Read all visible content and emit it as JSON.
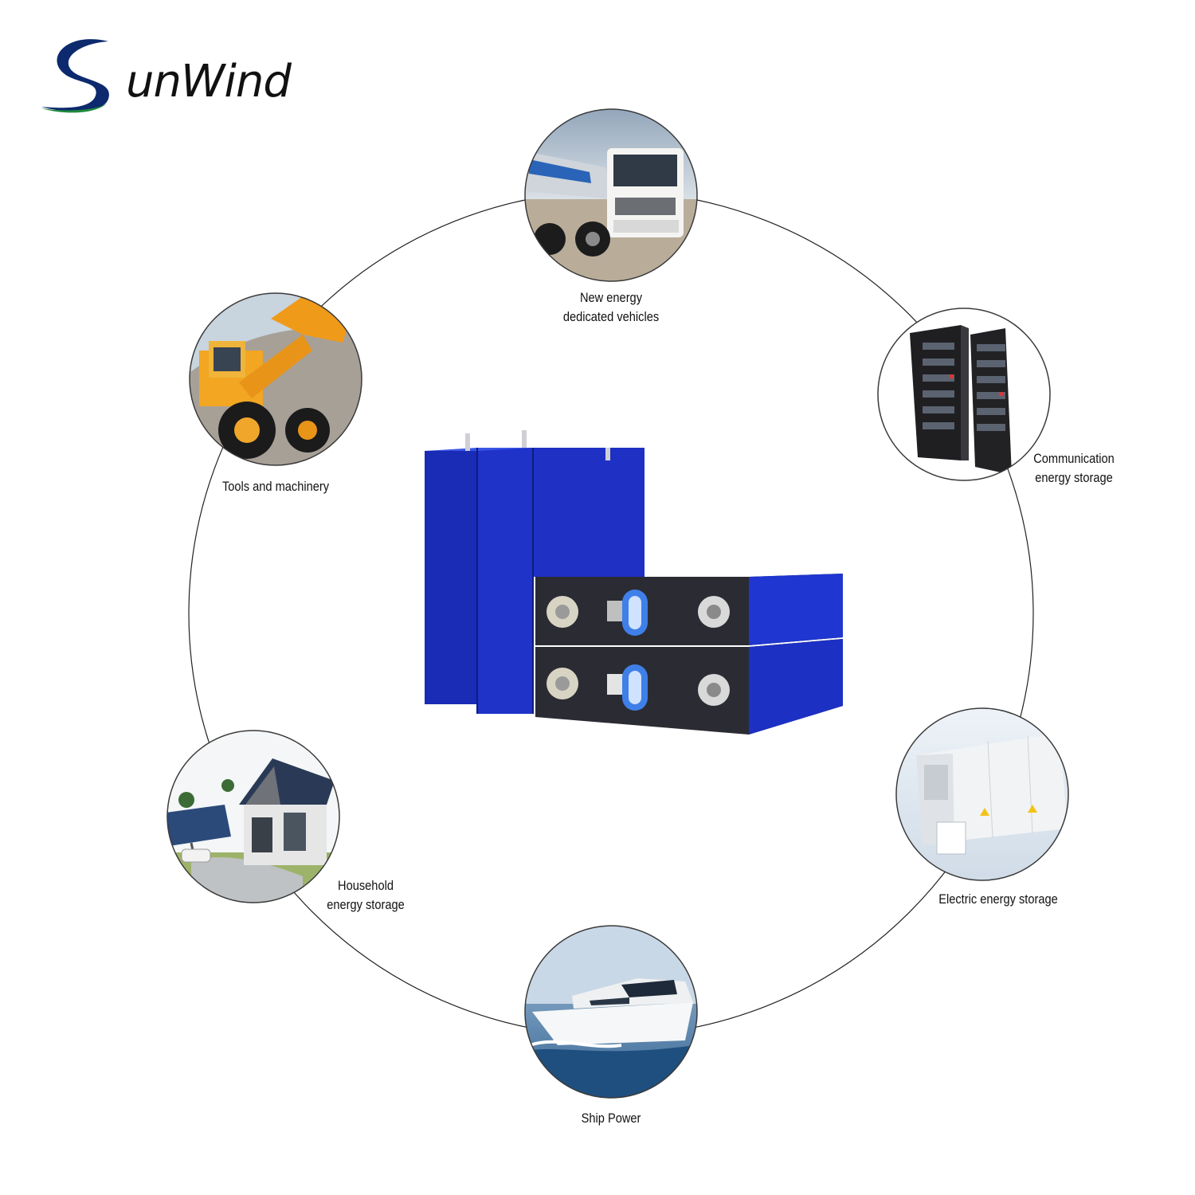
{
  "brand": {
    "name": "SunWind",
    "logo_text": "unWind",
    "colors": {
      "swoosh_top": "#0d2a6e",
      "swoosh_bottom": "#1f8a3c"
    }
  },
  "center": {
    "image": "blue-lifepo4-prismatic-battery-cells"
  },
  "applications": [
    {
      "id": "vehicles",
      "image": "white-truck",
      "lines": [
        "New energy",
        "dedicated vehicles"
      ]
    },
    {
      "id": "communication",
      "image": "black-server-racks",
      "lines": [
        "Communication",
        "energy storage"
      ]
    },
    {
      "id": "electric",
      "image": "container-energy-storage",
      "lines": [
        "Electric energy storage"
      ]
    },
    {
      "id": "ship",
      "image": "white-yacht",
      "lines": [
        "Ship Power"
      ]
    },
    {
      "id": "household",
      "image": "solar-house",
      "lines": [
        "Household",
        "energy storage"
      ]
    },
    {
      "id": "tools",
      "image": "yellow-wheel-loader",
      "lines": [
        "Tools and machinery"
      ]
    }
  ],
  "colors": {
    "battery_blue": "#1a2fc2",
    "battery_top": "#2c49e0",
    "terminal_face": "#2b2b33",
    "ring_line": "#222222"
  }
}
